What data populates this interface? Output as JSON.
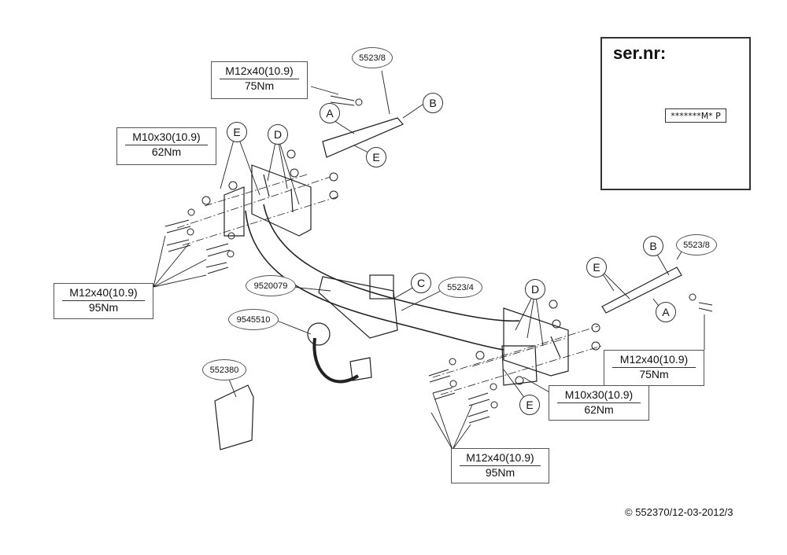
{
  "serial_panel": {
    "title": "ser.nr:",
    "code": "*******M* P"
  },
  "copyright": "© 552370/12-03-2012/3",
  "torque_labels": {
    "top_m12": {
      "spec": "M12x40(10.9)",
      "torque": "75Nm"
    },
    "left_m10": {
      "spec": "M10x30(10.9)",
      "torque": "62Nm"
    },
    "left_m12": {
      "spec": "M12x40(10.9)",
      "torque": "95Nm"
    },
    "right_m12_75": {
      "spec": "M12x40(10.9)",
      "torque": "75Nm"
    },
    "right_m10": {
      "spec": "M10x30(10.9)",
      "torque": "62Nm"
    },
    "bottom_m12": {
      "spec": "M12x40(10.9)",
      "torque": "95Nm"
    }
  },
  "part_numbers": {
    "top_bracket": "5523/8",
    "right_bracket": "5523/8",
    "crossbar": "5523/4",
    "socket_holder": "9520079",
    "ball": "9545510",
    "socket_plate": "552380"
  },
  "letters": {
    "a": "A",
    "b": "B",
    "c": "C",
    "d": "D",
    "e": "E"
  }
}
